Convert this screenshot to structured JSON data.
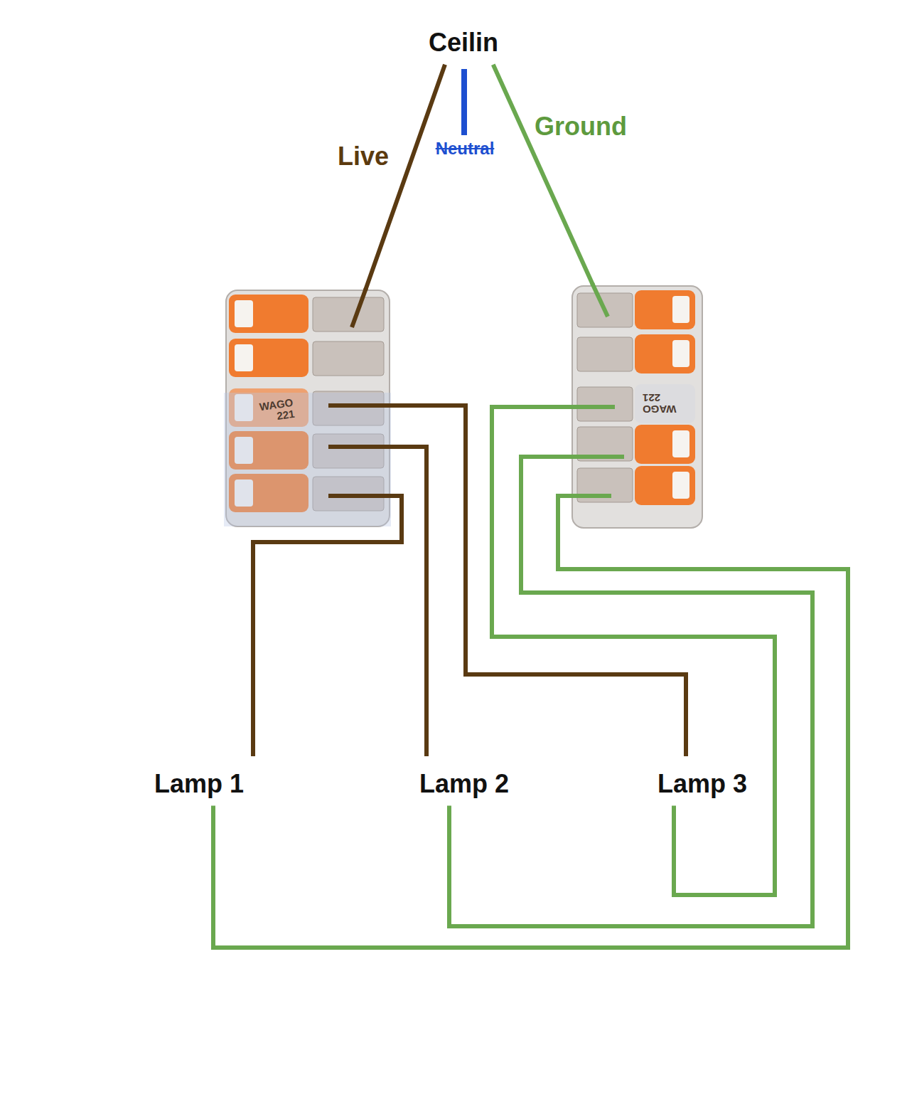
{
  "diagram": {
    "nodes": [
      {
        "text": [
          "Ceilin"
        ]
      },
      {
        "text": [
          "WAGO 221"
        ]
      },
      {
        "text": [
          "WAGO 221"
        ]
      },
      {
        "text": [
          "Lamp 1"
        ]
      },
      {
        "text": [
          "Lamp 2"
        ]
      },
      {
        "text": [
          "Lamp 3"
        ]
      }
    ],
    "edges": [
      {
        "from": 0,
        "to": 1,
        "arrow": "none",
        "label": "Live"
      },
      {
        "from": 0,
        "to": 2,
        "arrow": "none",
        "label": "Ground"
      },
      {
        "from": 1,
        "to": 5,
        "arrow": "none"
      },
      {
        "from": 1,
        "to": 4,
        "arrow": "none"
      },
      {
        "from": 1,
        "to": 3,
        "arrow": "none"
      },
      {
        "from": 2,
        "to": 5,
        "arrow": "none"
      },
      {
        "from": 2,
        "to": 4,
        "arrow": "none"
      },
      {
        "from": 2,
        "to": 3,
        "arrow": "none"
      }
    ],
    "labels": [
      "Neutral"
    ]
  }
}
